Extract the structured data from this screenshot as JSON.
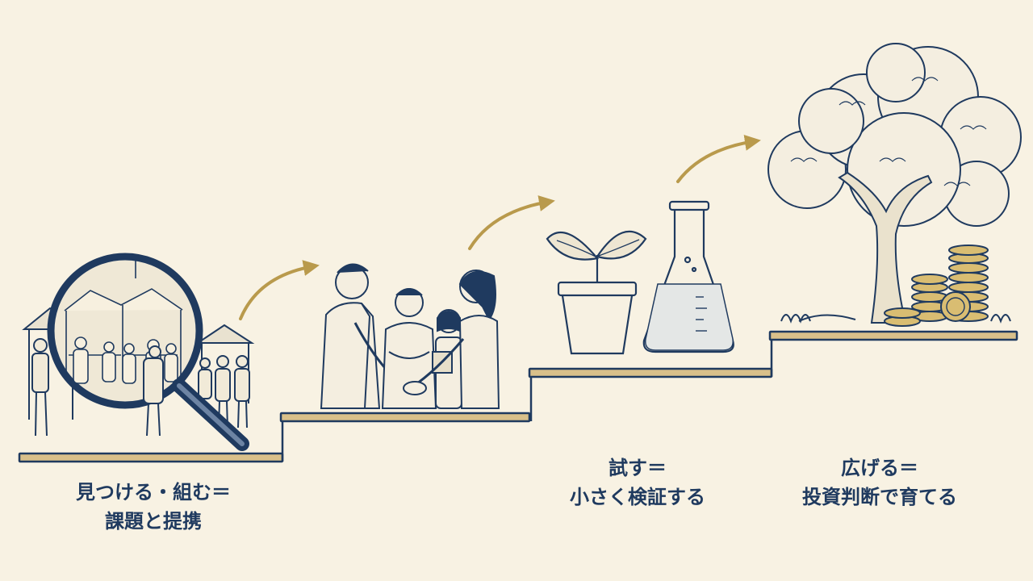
{
  "steps": [
    {
      "id": "find",
      "caption_line1": "見つける・組む＝",
      "caption_line2": "課題と提携"
    },
    {
      "id": "partner",
      "caption_line1": "",
      "caption_line2": ""
    },
    {
      "id": "test",
      "caption_line1": "試す＝",
      "caption_line2": "小さく検証する"
    },
    {
      "id": "grow",
      "caption_line1": "広げる＝",
      "caption_line2": "投資判断で育てる"
    }
  ],
  "colors": {
    "background": "#f8f2e3",
    "ink": "#1f3a5f",
    "gold": "#b99a4c",
    "stair_fill": "#d9c08a"
  }
}
